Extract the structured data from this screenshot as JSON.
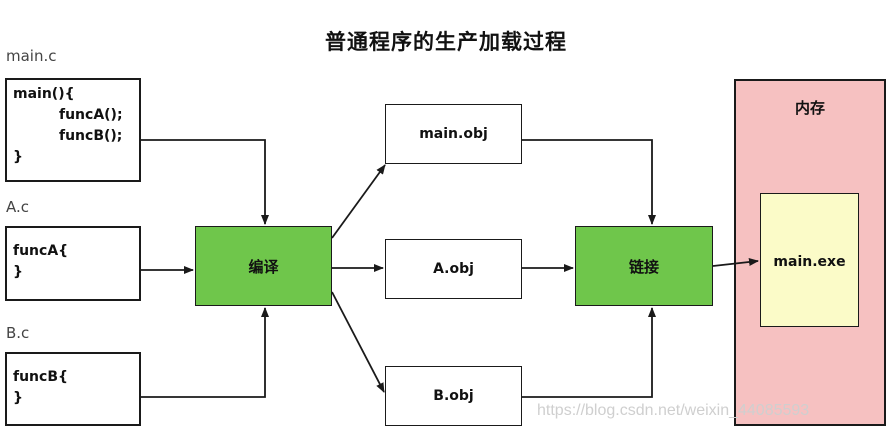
{
  "title": "普通程序的生产加载过程",
  "sources": [
    {
      "filename": "main.c",
      "lines": [
        "main(){",
        "funcA();",
        "funcB();",
        "}"
      ]
    },
    {
      "filename": "A.c",
      "lines": [
        "funcA{",
        "}"
      ]
    },
    {
      "filename": "B.c",
      "lines": [
        "funcB{",
        "}"
      ]
    }
  ],
  "compile_label": "编译",
  "objects": [
    "main.obj",
    "A.obj",
    "B.obj"
  ],
  "link_label": "链接",
  "memory": {
    "title": "内存",
    "exe_label": "main.exe"
  },
  "colors": {
    "process_green": "#6fc64b",
    "memory_pink": "#f6c1c1",
    "exe_yellow": "#fbfbc8"
  },
  "watermark": "https://blog.csdn.net/weixin_44085593"
}
